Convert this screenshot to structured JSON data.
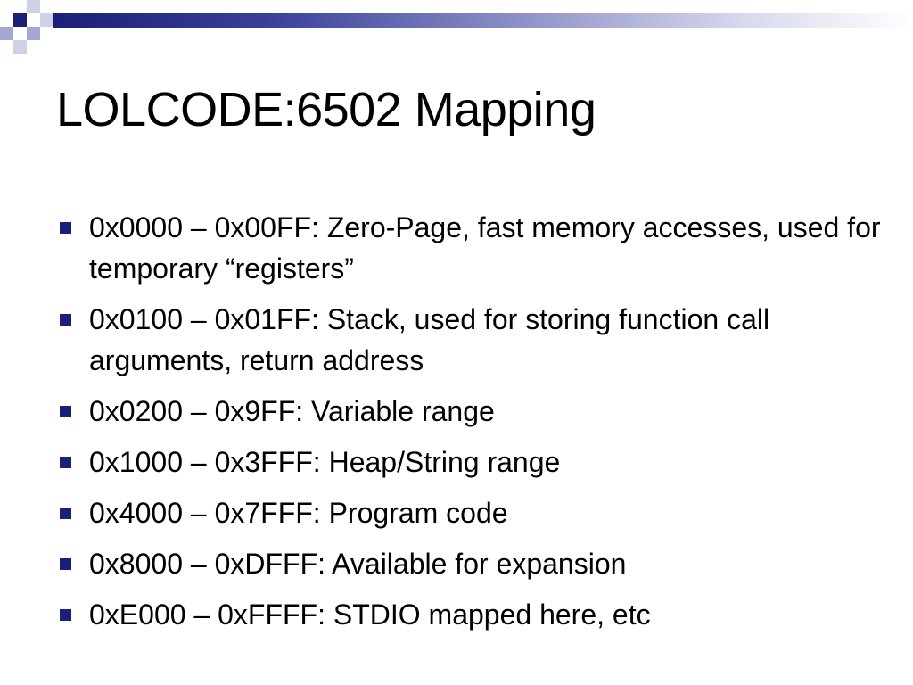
{
  "slide": {
    "title": "LOLCODE:6502 Mapping",
    "bullets": [
      "0x0000 – 0x00FF: Zero-Page, fast memory accesses, used for temporary “registers”",
      "0x0100 – 0x01FF: Stack, used for storing function call arguments, return address",
      "0x0200 – 0x9FF: Variable range",
      "0x1000 – 0x3FFF: Heap/String range",
      "0x4000 – 0x7FFF: Program code",
      "0x8000 – 0xDFFF: Available for expansion",
      "0xE000 – 0xFFFF: STDIO mapped here, etc"
    ]
  },
  "colors": {
    "accent": "#1c1f7a",
    "accent_light": "#a4a7d2",
    "background": "#ffffff",
    "text": "#000000"
  },
  "icons": {
    "bullet": "square-bullet-icon",
    "decoration": "checker-squares-icon"
  }
}
